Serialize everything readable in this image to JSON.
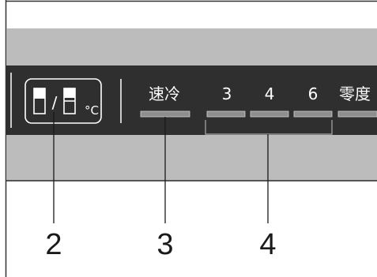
{
  "panel": {
    "button_fridge_freezer": {
      "icon": "fridge-freezer-selector-icon",
      "separator": "/",
      "unit": "°C"
    },
    "labels": {
      "quick_cool": "速冷",
      "setting_3": "3",
      "setting_4": "4",
      "setting_6": "6",
      "zero_degree": "零度"
    }
  },
  "callouts": {
    "c2": "2",
    "c3": "3",
    "c4": "4"
  },
  "colors": {
    "panel_dark": "#2f2f2f",
    "panel_grey": "#bcbcbc",
    "indicator": "#8e8e8e",
    "text_light": "#ffffff",
    "callout_text": "#1a1a1a"
  }
}
